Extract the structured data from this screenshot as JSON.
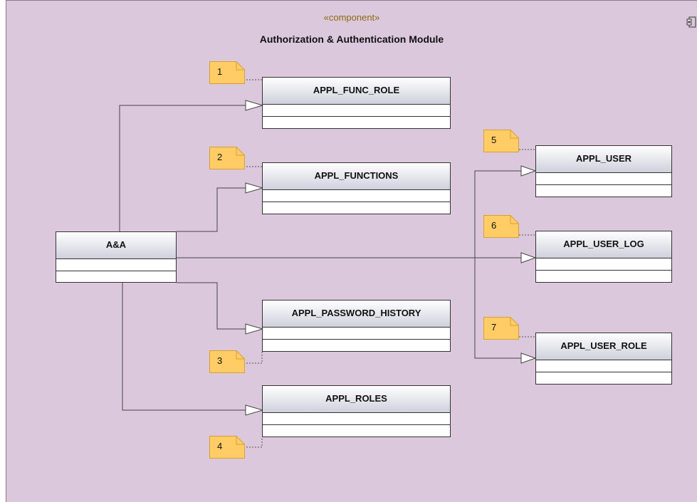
{
  "component": {
    "stereotype": "«component»",
    "title": "Authorization & Authentication Module",
    "icon": "component-icon"
  },
  "classes": {
    "aa": "A&A",
    "func_role": "APPL_FUNC_ROLE",
    "functions": "APPL_FUNCTIONS",
    "password_history": "APPL_PASSWORD_HISTORY",
    "roles": "APPL_ROLES",
    "user": "APPL_USER",
    "user_log": "APPL_USER_LOG",
    "user_role": "APPL_USER_ROLE"
  },
  "notes": [
    "1",
    "2",
    "3",
    "4",
    "5",
    "6",
    "7"
  ],
  "colors": {
    "background": "#dcc8dc",
    "note_fill": "#ffcc66",
    "header_gradient_end": "#cfd0dc",
    "stereotype": "#8a6a12"
  }
}
